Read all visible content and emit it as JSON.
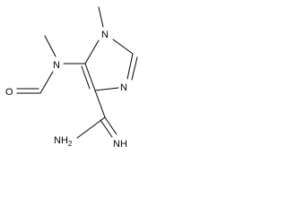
{
  "molecule": {
    "atoms": {
      "n_methylamino": "N",
      "n_ring_methylated": "N",
      "n_ring_imine": "N",
      "formyl_oxygen": "O",
      "amidine_nh2": "NH",
      "amidine_nh2_subscript": "2",
      "amidine_imine": "NH"
    },
    "colors": {
      "bond": "#000000",
      "label": "#000000",
      "background": "#ffffff"
    }
  }
}
